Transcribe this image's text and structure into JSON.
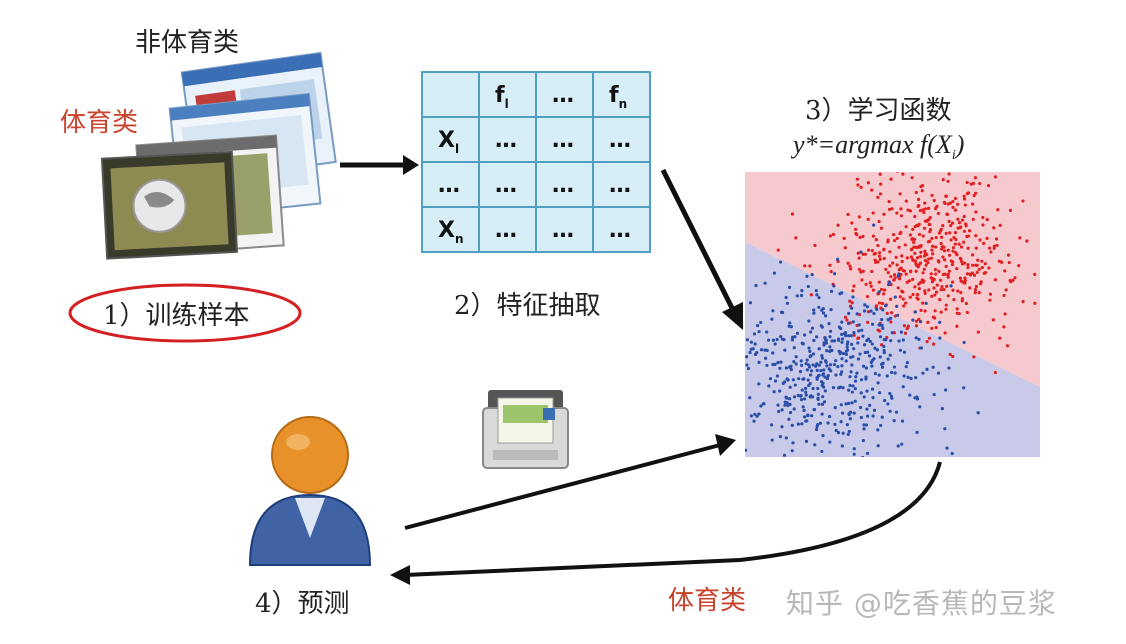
{
  "labels": {
    "non_sports": "非体育类",
    "sports": "体育类",
    "step1": "1）训练样本",
    "step2": "2）特征抽取",
    "step3": "3）学习函数",
    "formula": "y*=argmax f(X",
    "formula_sub": "i",
    "formula_close": ")",
    "step4": "4）预测",
    "result": "体育类",
    "watermark": "知乎 @吃香蕉的豆浆"
  },
  "feature_table": {
    "header": [
      "",
      "f",
      "…",
      "f"
    ],
    "header_subs": [
      "",
      "l",
      "",
      "n"
    ],
    "rows": [
      {
        "row_label": "X",
        "row_sub": "l",
        "cells": [
          "…",
          "…",
          "…"
        ]
      },
      {
        "row_label": "…",
        "row_sub": "",
        "cells": [
          "…",
          "…",
          "…"
        ]
      },
      {
        "row_label": "X",
        "row_sub": "n",
        "cells": [
          "…",
          "…",
          "…"
        ]
      }
    ]
  },
  "colors": {
    "region_red": "#f6c9cf",
    "region_blue": "#c9c9ea",
    "points_red": "#e02020",
    "points_blue": "#2a4ea8",
    "table_fill": "#d7eef6",
    "table_border": "#4f9fc0",
    "circle_red": "#d42020"
  },
  "icons": [
    "web-pages-stack-icon",
    "person-avatar-icon",
    "printer-icon",
    "arrow-icon"
  ]
}
